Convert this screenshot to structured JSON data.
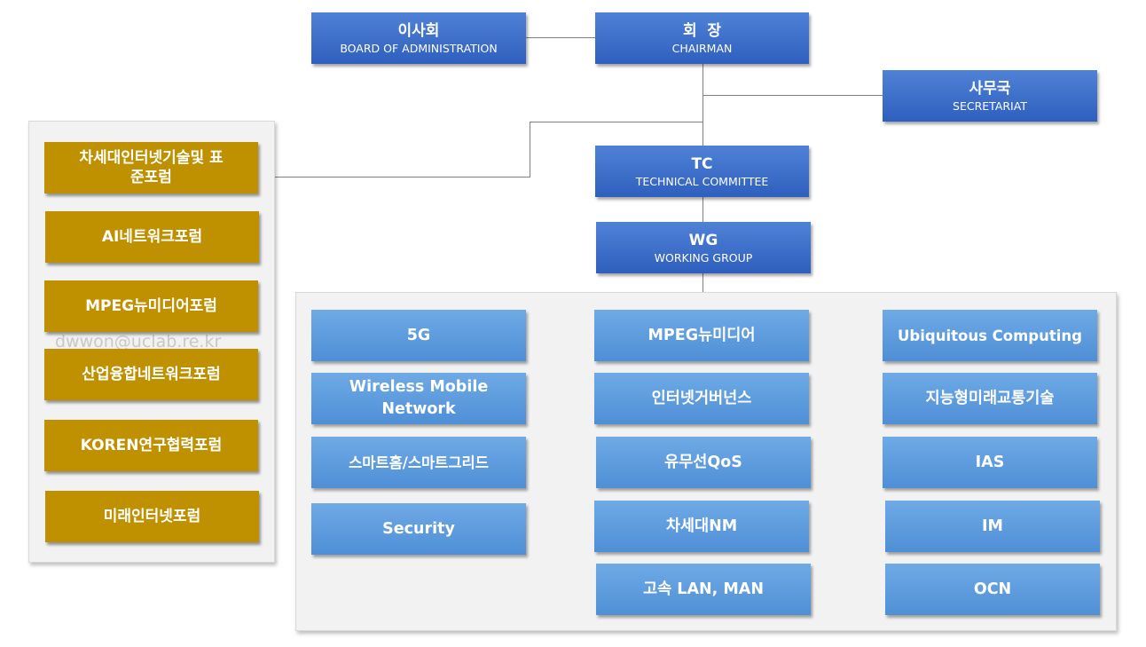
{
  "board": {
    "title": "이사회",
    "subtitle": "BOARD OF ADMINISTRATION"
  },
  "chairman": {
    "title": "회  장",
    "subtitle": "CHAIRMAN"
  },
  "secretariat": {
    "title": "사무국",
    "subtitle": "SECRETARIAT"
  },
  "tc": {
    "title": "TC",
    "subtitle": "TECHNICAL COMMITTEE"
  },
  "wg": {
    "title": "WG",
    "subtitle": "WORKING GROUP"
  },
  "forums": [
    "차세대인터넷기술및 표준포럼",
    "AI네트워크포럼",
    "MPEG뉴미디어포럼",
    "산업융합네트워크포럼",
    "KOREN연구협력포럼",
    "미래인터넷포럼"
  ],
  "working_groups": {
    "col1": [
      "5G",
      "Wireless Mobile Network",
      "스마트홈/스마트그리드",
      "Security"
    ],
    "col2": [
      "MPEG뉴미디어",
      "인터넷거버넌스",
      "유무선QoS",
      "차세대NM",
      "고속 LAN, MAN"
    ],
    "col3": [
      "Ubiquitous Computing",
      "지능형미래교통기술",
      "IAS",
      "IM",
      "OCN"
    ]
  },
  "watermark": "dwwon@uclab.re.kr",
  "colors": {
    "dark_blue": "#2f5fbe",
    "light_blue": "#5b9bd5",
    "gold": "#bf9000",
    "line": "#7f7f7f"
  }
}
